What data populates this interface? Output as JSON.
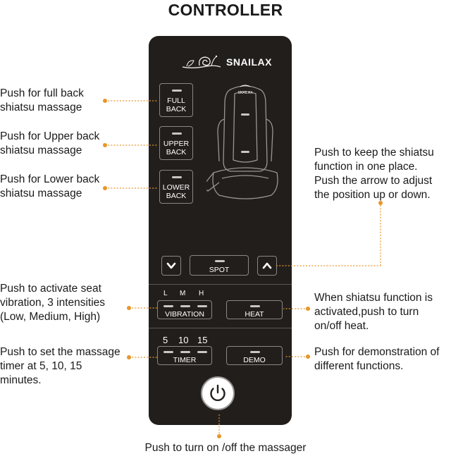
{
  "title": "CONTROLLER",
  "brand": "SNAILAX",
  "buttons": {
    "full_back": "FULL\nBACK",
    "upper_back": "UPPER\nBACK",
    "lower_back": "LOWER\nBACK",
    "spot": "SPOT",
    "vibration": "VIBRATION",
    "heat": "HEAT",
    "timer": "TIMER",
    "demo": "DEMO"
  },
  "vibration_levels": [
    "L",
    "M",
    "H"
  ],
  "timer_values": [
    "5",
    "10",
    "15"
  ],
  "notes": {
    "full_back": "Push for full back\nshiatsu massage",
    "upper_back": "Push for Upper back\nshiatsu massage",
    "lower_back": "Push for Lower back\nshiatsu massage",
    "spot": "Push to keep the shiatsu\nfunction in one place.\nPush the arrow to adjust\nthe position up or down.",
    "vibration": "Push to activate seat\nvibration, 3 intensities\n(Low, Medium, High)",
    "heat": "When shiatsu function is\nactivated,push to turn\non/off heat.",
    "timer": "Push to set the massage\ntimer at 5, 10, 15\nminutes.",
    "demo": "Push for demonstration of\ndifferent functions.",
    "power": "Push to turn on /off the massager"
  },
  "colors": {
    "remote": "#221e1c",
    "leader": "#e8962a",
    "led": "#c9c6c4"
  },
  "icons": [
    "snail-logo-icon",
    "massage-chair-icon",
    "chevron-down-icon",
    "chevron-up-icon",
    "power-icon"
  ]
}
